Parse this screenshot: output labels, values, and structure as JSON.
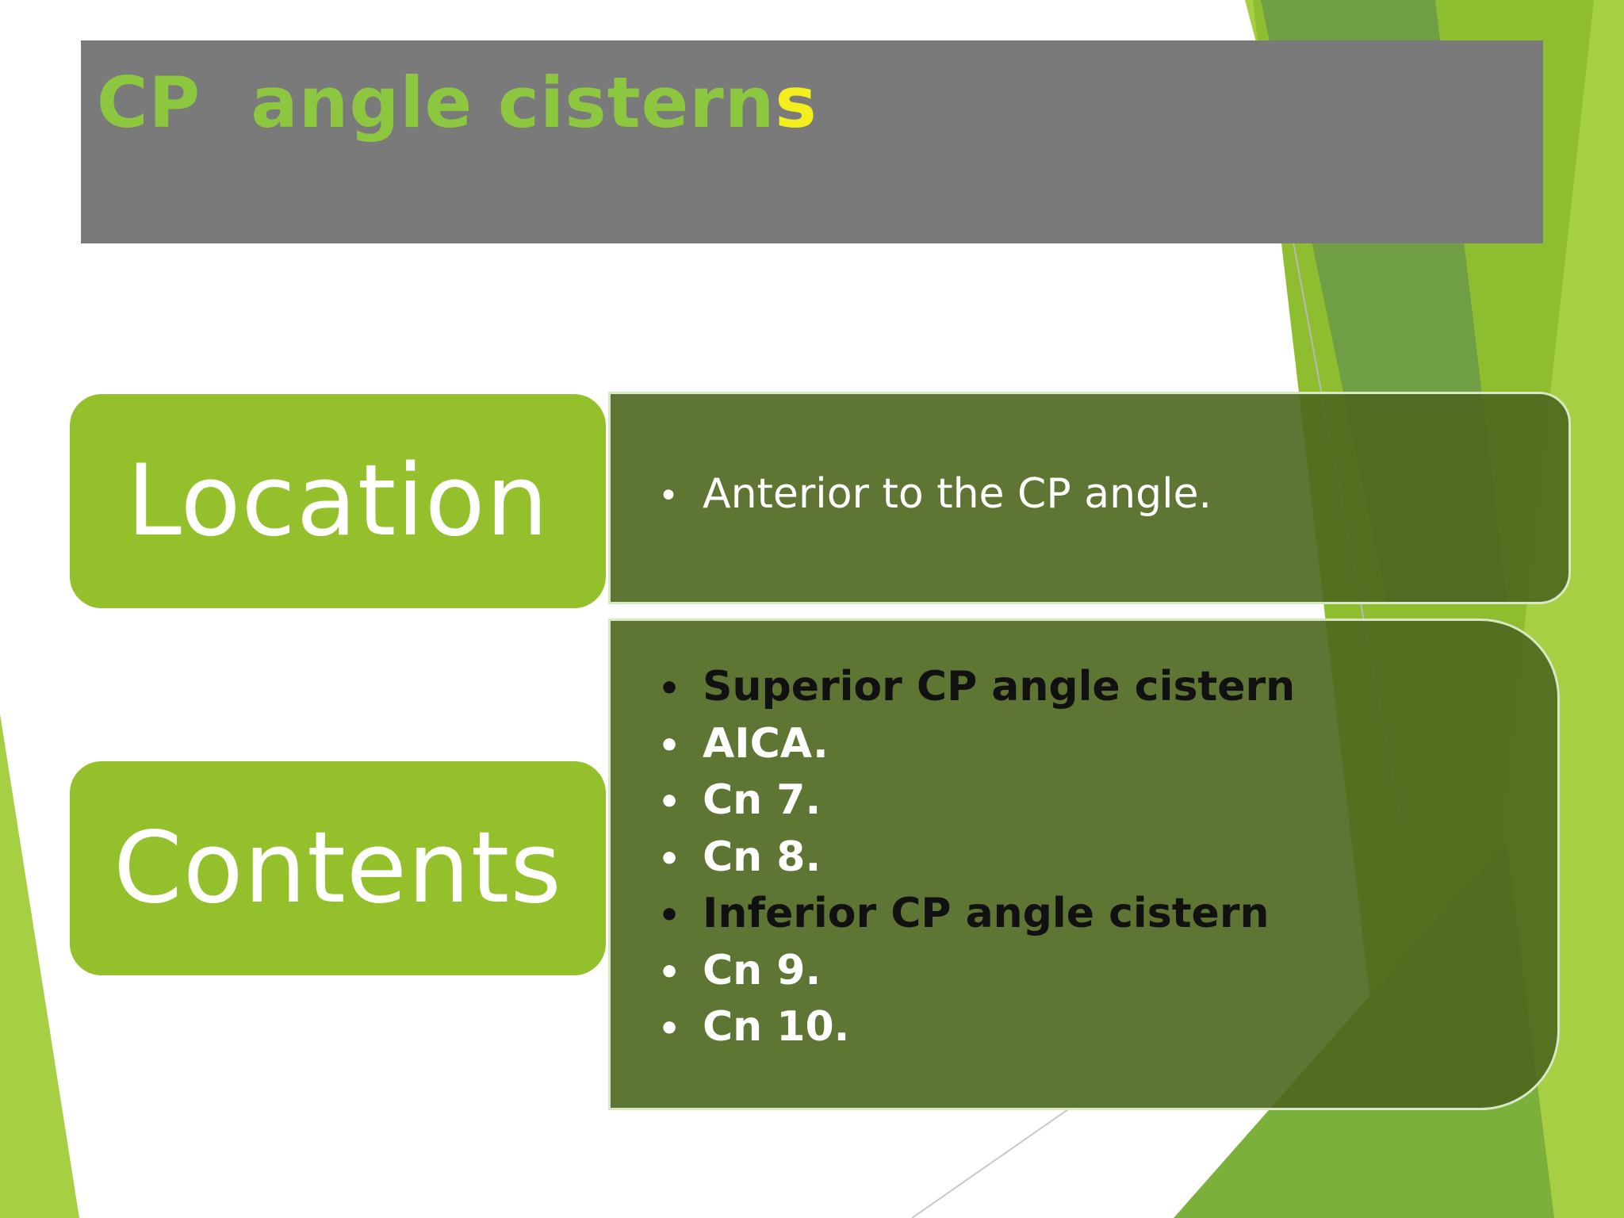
{
  "slide": {
    "title_main": "CP  angle cistern",
    "title_last": "s",
    "colors": {
      "title_bar": "#7a7a7b",
      "title_green": "#8dc63f",
      "title_yellow": "#f4ee1e",
      "label_green": "#93c02b",
      "content_dark_green": "#4c661e",
      "accent_light_green": "#a6cf44"
    }
  },
  "rows": [
    {
      "label": "Location",
      "items": [
        {
          "text": "Anterior to the CP angle.",
          "bullet": "•"
        }
      ]
    },
    {
      "label": "Contents",
      "items": [
        {
          "text": "Superior CP angle cistern",
          "bullet": "•"
        },
        {
          "text": "AICA.",
          "bullet": "•"
        },
        {
          "text": "Cn 7.",
          "bullet": "•"
        },
        {
          "text": "Cn 8.",
          "bullet": "•"
        },
        {
          "text": "Inferior CP angle cistern",
          "bullet": "•"
        },
        {
          "text": "Cn 9.",
          "bullet": "•"
        },
        {
          "text": "Cn 10.",
          "bullet": "•"
        }
      ]
    }
  ]
}
